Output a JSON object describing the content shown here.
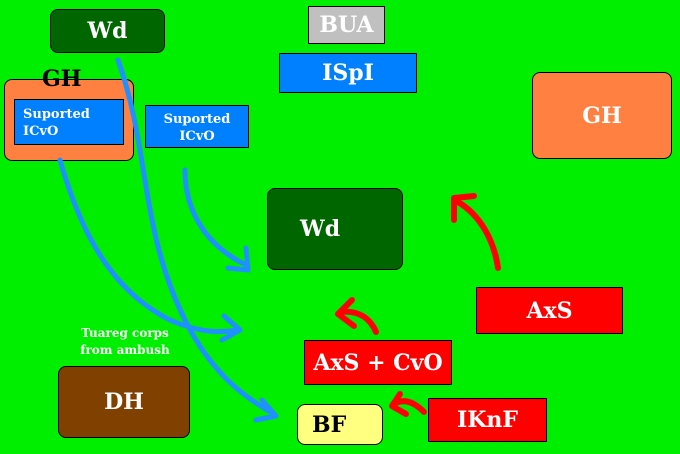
{
  "units": {
    "wd_top": "Wd",
    "bua": "BUA",
    "ispi": "ISpI",
    "gh_left_label": "GH",
    "supported_icvo_left": "Suported ICvO",
    "supported_icvo_right": "Suported ICvO",
    "gh_right": "GH",
    "wd_center": "Wd",
    "axs_right": "AxS",
    "axs_cvo": "AxS + CvO",
    "tuareg_note": "Tuareg corps from ambush",
    "dh": "DH",
    "bf": "BF",
    "iknf": "IKnF"
  },
  "colors": {
    "background": "#00ee00",
    "dark_green": "#006600",
    "gray": "#c0c0c0",
    "blue": "#0080ff",
    "orange": "#ff8040",
    "red": "#ff0000",
    "brown": "#804000",
    "light_yellow": "#ffff80",
    "arrow_blue": "#1e90ff",
    "arrow_red": "#ff0000"
  },
  "icons": [
    "blue-curved-arrow",
    "red-curved-arrow"
  ]
}
